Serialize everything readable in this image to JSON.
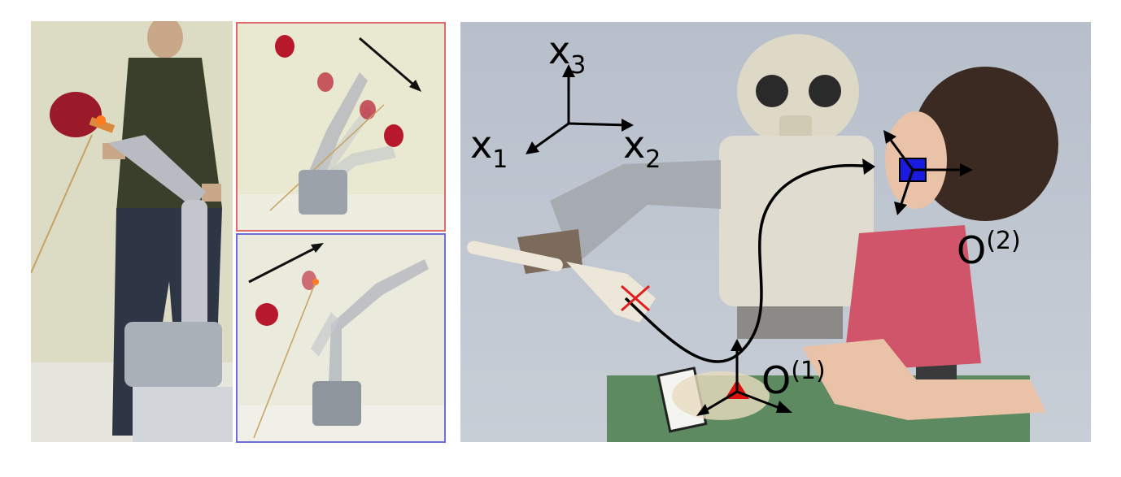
{
  "figure": {
    "panels": [
      {
        "id": "human-demonstration"
      },
      {
        "id": "motion-sequence-forward",
        "border_color": "#e06a6a"
      },
      {
        "id": "motion-sequence-backward",
        "border_color": "#6b6fd8"
      },
      {
        "id": "robot-feeding-scene"
      }
    ],
    "axes": {
      "x1_main": "x",
      "x1_sub": "1",
      "x2_main": "x",
      "x2_sub": "2",
      "x3_main": "x",
      "x3_sub": "3"
    },
    "frames": {
      "o1_main": "O",
      "o1_sup": "(1)",
      "o2_main": "O",
      "o2_sup": "(2)"
    },
    "colors": {
      "target_cross": "#e02020",
      "frame1_marker": "#e01010",
      "frame2_marker": "#1a1ae0",
      "trajectory": "#000000"
    }
  }
}
